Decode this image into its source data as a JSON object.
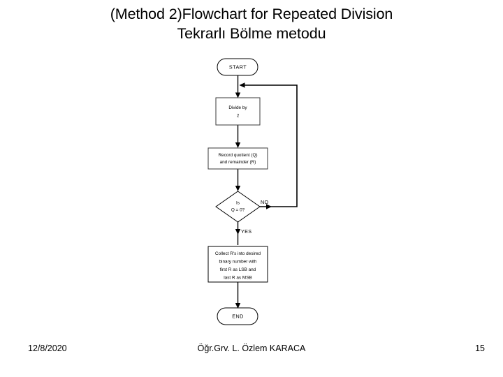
{
  "slide": {
    "title_line1": "(Method 2)Flowchart for Repeated Division",
    "title_line2": "Tekrarlı Bölme metodu",
    "background_color": "#ffffff",
    "text_color": "#000000"
  },
  "flowchart": {
    "nodes": {
      "start": {
        "label": "START",
        "shape": "terminator"
      },
      "divide": {
        "label_line1": "Divide by",
        "label_line2": "2",
        "shape": "process"
      },
      "record": {
        "label_line1": "Record quotient (Q)",
        "label_line2": "and remainder (R)",
        "shape": "process"
      },
      "decision": {
        "label_line1": "Is",
        "label_line2": "Q = 0?",
        "shape": "decision"
      },
      "collect": {
        "label_line1": "Collect R's into desired",
        "label_line2": "binary number with",
        "label_line3": "first R as LSB and",
        "label_line4": "last R as MSB",
        "shape": "process"
      },
      "end": {
        "label": "END",
        "shape": "terminator"
      }
    },
    "branches": {
      "no_label": "NO",
      "yes_label": "YES"
    },
    "line_color": "#000000",
    "shape_fill": "#ffffff"
  },
  "footer": {
    "date": "12/8/2020",
    "author": "Öğr.Grv. L. Özlem KARACA",
    "page_number": "15"
  }
}
